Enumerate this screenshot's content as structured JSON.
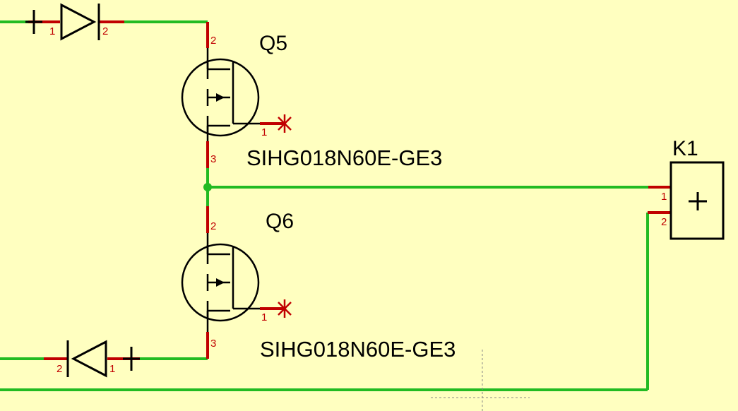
{
  "components": {
    "q5": {
      "ref": "Q5",
      "value": "SIHG018N60E-GE3",
      "pins": {
        "drain": "2",
        "gate": "1",
        "source": "3"
      }
    },
    "q6": {
      "ref": "Q6",
      "value": "SIHG018N60E-GE3",
      "pins": {
        "drain": "2",
        "gate": "1",
        "source": "3"
      }
    },
    "k1": {
      "ref": "K1",
      "pins": {
        "p1": "1",
        "p2": "2"
      },
      "symbol": "+"
    },
    "d_top": {
      "pins": {
        "anode": "1",
        "cathode": "2"
      }
    },
    "d_bottom": {
      "pins": {
        "anode": "1",
        "cathode": "2"
      }
    }
  },
  "colors": {
    "background": "#ffffc0",
    "wire": "#22bb22",
    "pin": "#c00000",
    "symbol": "#000000"
  }
}
